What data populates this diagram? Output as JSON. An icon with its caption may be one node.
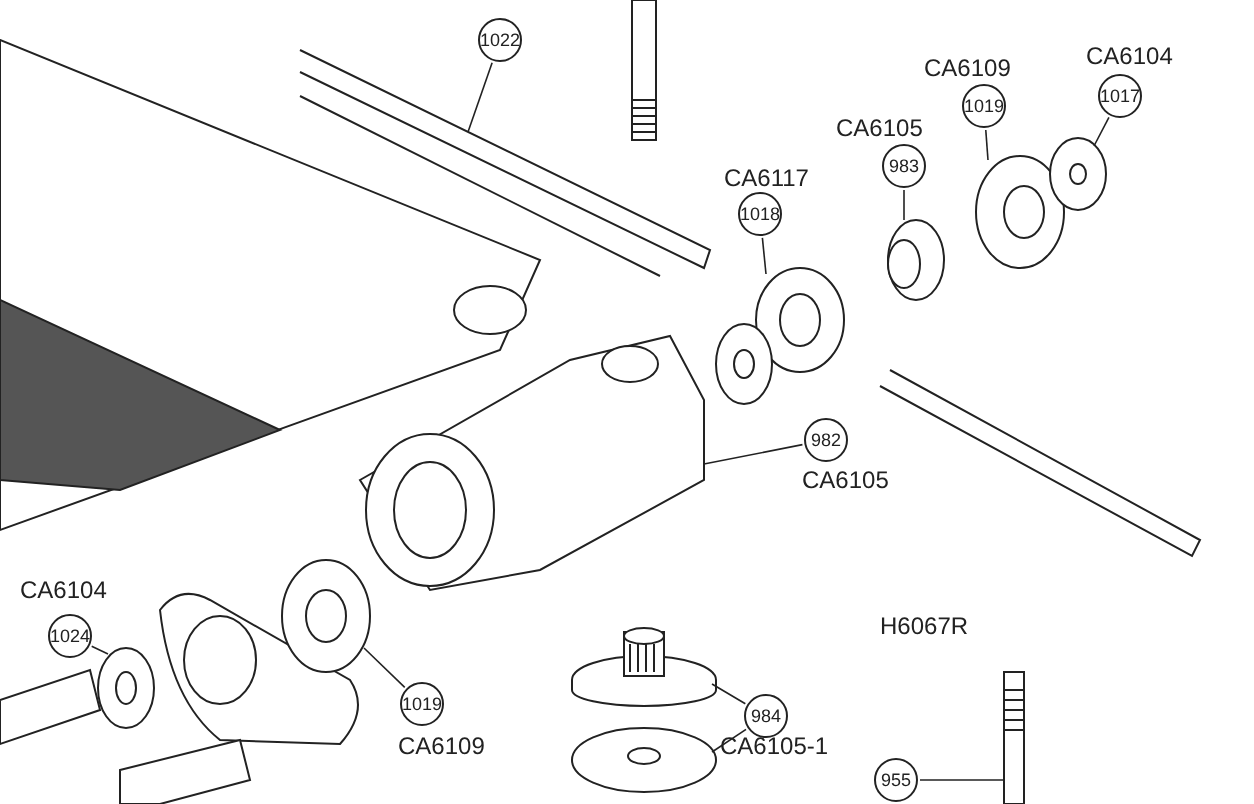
{
  "diagram": {
    "nodes": [
      {
        "text": [
          "1022"
        ]
      },
      {
        "text": [],
        "shape": "picture"
      },
      {
        "text": [
          "1018"
        ],
        "beside": [
          "CA6117"
        ]
      },
      {
        "text": [],
        "shape": "picture"
      },
      {
        "text": [
          "983"
        ],
        "beside": [
          "CA6105"
        ]
      },
      {
        "text": [],
        "shape": "picture"
      },
      {
        "text": [
          "1019"
        ],
        "beside": [
          "CA6109"
        ]
      },
      {
        "text": [],
        "shape": "picture"
      },
      {
        "text": [
          "1017"
        ],
        "beside": [
          "CA6104"
        ]
      },
      {
        "text": [],
        "shape": "picture"
      },
      {
        "text": [
          "982"
        ],
        "beside": [
          "CA6105"
        ]
      },
      {
        "text": [],
        "shape": "picture"
      },
      {
        "text": [
          "1024"
        ],
        "beside": [
          "CA6104"
        ]
      },
      {
        "text": [],
        "shape": "picture"
      },
      {
        "text": [
          "1019"
        ],
        "beside": [
          "CA6109"
        ]
      },
      {
        "text": [],
        "shape": "picture"
      },
      {
        "text": [
          "984"
        ],
        "beside": [
          "CA6105-1"
        ]
      },
      {
        "text": [],
        "shape": "picture"
      },
      {
        "text": [],
        "shape": "picture"
      },
      {
        "text": [
          "955"
        ]
      },
      {
        "text": [],
        "shape": "picture"
      }
    ],
    "edges": [
      {
        "from": 0,
        "to": 1,
        "arrow": "none"
      },
      {
        "from": 2,
        "to": 3,
        "arrow": "none"
      },
      {
        "from": 4,
        "to": 5,
        "arrow": "none"
      },
      {
        "from": 6,
        "to": 7,
        "arrow": "none"
      },
      {
        "from": 8,
        "to": 9,
        "arrow": "none"
      },
      {
        "from": 10,
        "to": 11,
        "arrow": "none"
      },
      {
        "from": 12,
        "to": 13,
        "arrow": "none"
      },
      {
        "from": 14,
        "to": 15,
        "arrow": "none"
      },
      {
        "from": 16,
        "to": 17,
        "arrow": "none"
      },
      {
        "from": 16,
        "to": 18,
        "arrow": "none"
      },
      {
        "from": 19,
        "to": 20,
        "arrow": "none"
      }
    ],
    "labels": [
      "H6067R"
    ]
  }
}
